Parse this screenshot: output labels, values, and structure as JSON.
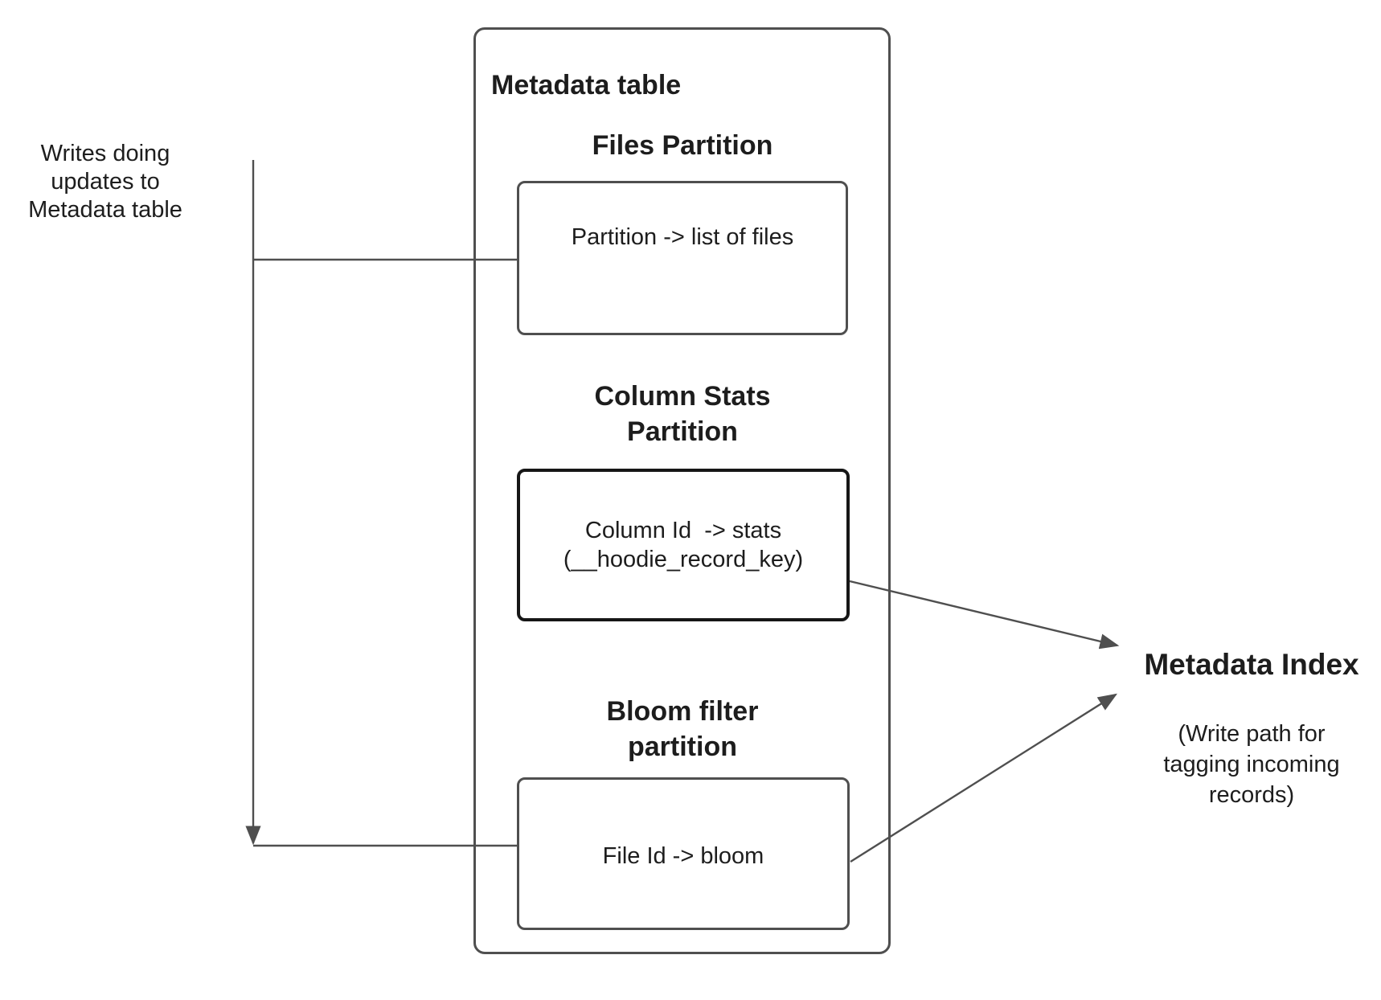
{
  "colors": {
    "background": "#ffffff",
    "connector": "#4f4f4f",
    "box_border": "#4f4f4f",
    "emphasis_border": "#161616",
    "text": "#1d1d1d"
  },
  "left_note": "Writes doing\nupdates to\nMetadata table",
  "metadata_table": {
    "title": "Metadata table",
    "partitions": [
      {
        "heading": "Files Partition",
        "mapping": "Partition -> list of files"
      },
      {
        "heading": "Column Stats\nPartition",
        "mapping": "Column Id  -> stats\n(__hoodie_record_key)"
      },
      {
        "heading": "Bloom filter\npartition",
        "mapping": "File Id -> bloom"
      }
    ]
  },
  "metadata_index": {
    "title": "Metadata Index",
    "subtitle": "(Write path for\ntagging incoming\nrecords)"
  }
}
